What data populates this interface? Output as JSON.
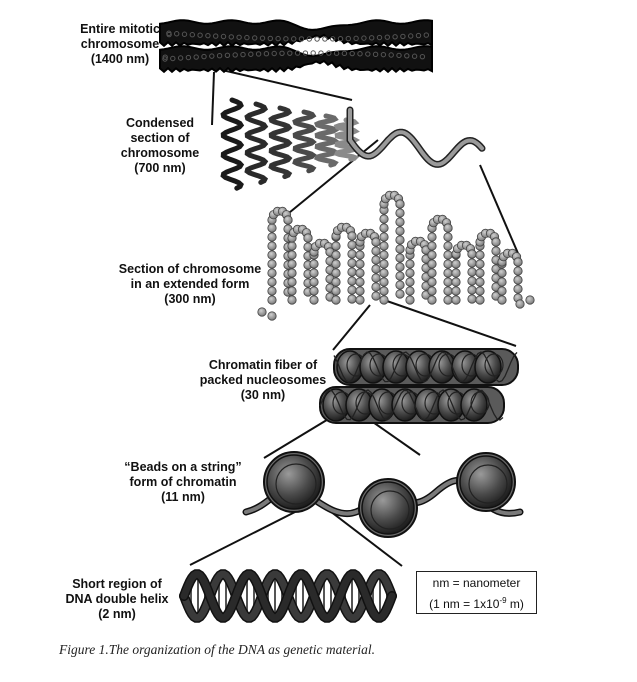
{
  "labels": {
    "mitotic": [
      "Entire mitotic",
      "chromosome",
      "(1400 nm)"
    ],
    "condensed": [
      "Condensed",
      "section of",
      "chromosome",
      "(700 nm)"
    ],
    "extended": [
      "Section of chromosome",
      "in an extended form",
      "(300 nm)"
    ],
    "fiber": [
      "Chromatin fiber of",
      "packed nucleosomes",
      "(30 nm)"
    ],
    "beads": [
      "“Beads on a string”",
      "form of chromatin",
      "(11 nm)"
    ],
    "helix": [
      "Short region of",
      "DNA double helix",
      "(2 nm)"
    ]
  },
  "legend": {
    "line1": "nm = nanometer",
    "line2_prefix": "(1 nm = 1x10",
    "line2_exp": "-9",
    "line2_suffix": " m)"
  },
  "caption": "Figure 1.The organization of the DNA as genetic material.",
  "colors": {
    "ink": "#111111",
    "dark_gray": "#3a3a3a",
    "mid_gray": "#7a7a7a",
    "light_gray": "#a8a8a8",
    "bead": "#9a9a9a"
  }
}
